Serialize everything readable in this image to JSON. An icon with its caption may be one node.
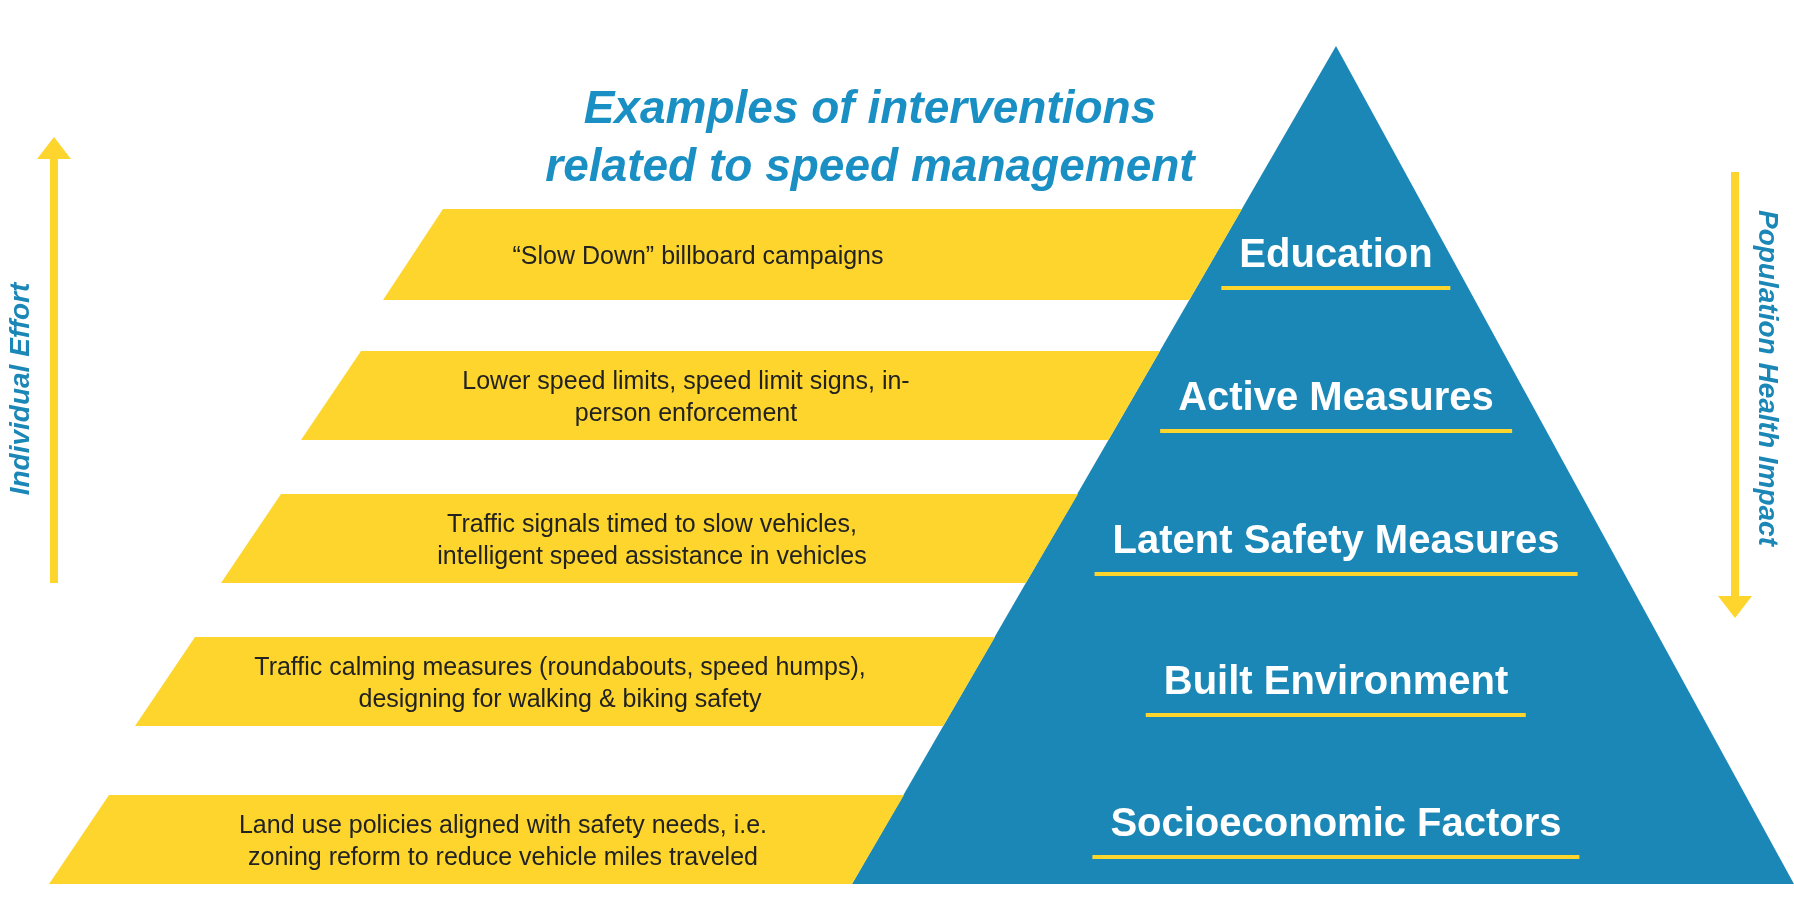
{
  "diagram": {
    "title": "Examples of interventions related to speed management",
    "nodes": [
      {
        "text": [
          "Education",
          "Active Measures",
          "Latent Safety Measures",
          "Built Environment",
          "Socioeconomic Factors"
        ]
      },
      {
        "text": [
          "“Slow Down” billboard campaigns"
        ]
      },
      {
        "text": [
          "Lower speed limits, speed limit signs, in-person enforcement"
        ]
      },
      {
        "text": [
          "Traffic signals timed to slow vehicles, intelligent speed assistance in vehicles"
        ]
      },
      {
        "text": [
          "Traffic calming measures (roundabouts, speed humps), designing for walking & biking safety"
        ]
      },
      {
        "text": [
          "Land use policies aligned with safety needs, i.e. zoning reform to reduce vehicle miles traveled"
        ]
      }
    ],
    "labels": [
      "Individual Effort",
      "Population Health Impact"
    ]
  }
}
